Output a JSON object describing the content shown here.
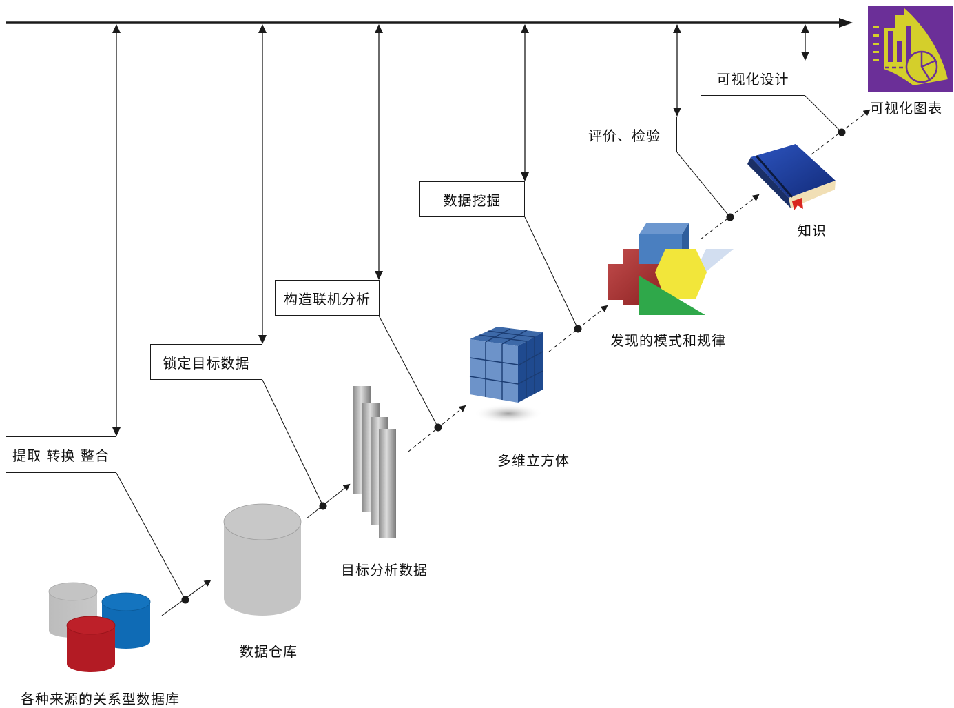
{
  "diagram": {
    "title": "",
    "timeline": {
      "direction": "left-to-right",
      "arrow_head": "right"
    },
    "steps": [
      {
        "id": "extract",
        "label": "提取  转换  整合"
      },
      {
        "id": "lock",
        "label": "锁定目标数据"
      },
      {
        "id": "olap",
        "label": "构造联机分析"
      },
      {
        "id": "mining",
        "label": "数据挖掘"
      },
      {
        "id": "evaluate",
        "label": "评价、检验"
      },
      {
        "id": "visual-design",
        "label": "可视化设计"
      }
    ],
    "nodes": [
      {
        "id": "sources",
        "label": "各种来源的关系型数据库",
        "icon": "database-cylinders-icon"
      },
      {
        "id": "warehouse",
        "label": "数据仓库",
        "icon": "data-warehouse-cylinder-icon"
      },
      {
        "id": "target",
        "label": "目标分析数据",
        "icon": "data-slabs-icon"
      },
      {
        "id": "cube",
        "label": "多维立方体",
        "icon": "olap-cube-icon"
      },
      {
        "id": "patterns",
        "label": "发现的模式和规律",
        "icon": "shapes-pattern-icon"
      },
      {
        "id": "knowledge",
        "label": "知识",
        "icon": "book-icon"
      },
      {
        "id": "charts",
        "label": "可视化图表",
        "icon": "visual-chart-icon"
      }
    ],
    "edges": [
      {
        "from": "sources",
        "to": "warehouse",
        "via_step": "extract",
        "style": "solid"
      },
      {
        "from": "warehouse",
        "to": "target",
        "via_step": "lock",
        "style": "solid"
      },
      {
        "from": "target",
        "to": "cube",
        "via_step": "olap",
        "style": "dashed"
      },
      {
        "from": "cube",
        "to": "patterns",
        "via_step": "mining",
        "style": "dashed"
      },
      {
        "from": "patterns",
        "to": "knowledge",
        "via_step": "evaluate",
        "style": "dashed"
      },
      {
        "from": "knowledge",
        "to": "charts",
        "via_step": "visual-design",
        "style": "dashed"
      }
    ],
    "colors": {
      "line": "#1a1a1a",
      "db_gray": "#bdbdbd",
      "db_blue": "#0f6bb5",
      "db_red": "#b31b24",
      "cube_blue": "#2f5fa0",
      "shape_red": "#b03a3a",
      "shape_yellow": "#f2e63a",
      "shape_green": "#2fa84a",
      "shape_blue": "#4a7fc0",
      "book_blue": "#1c3f9a",
      "ribbon_red": "#d8261f",
      "chart_bg": "#6b2f98",
      "chart_fg": "#d4cf2b"
    }
  }
}
